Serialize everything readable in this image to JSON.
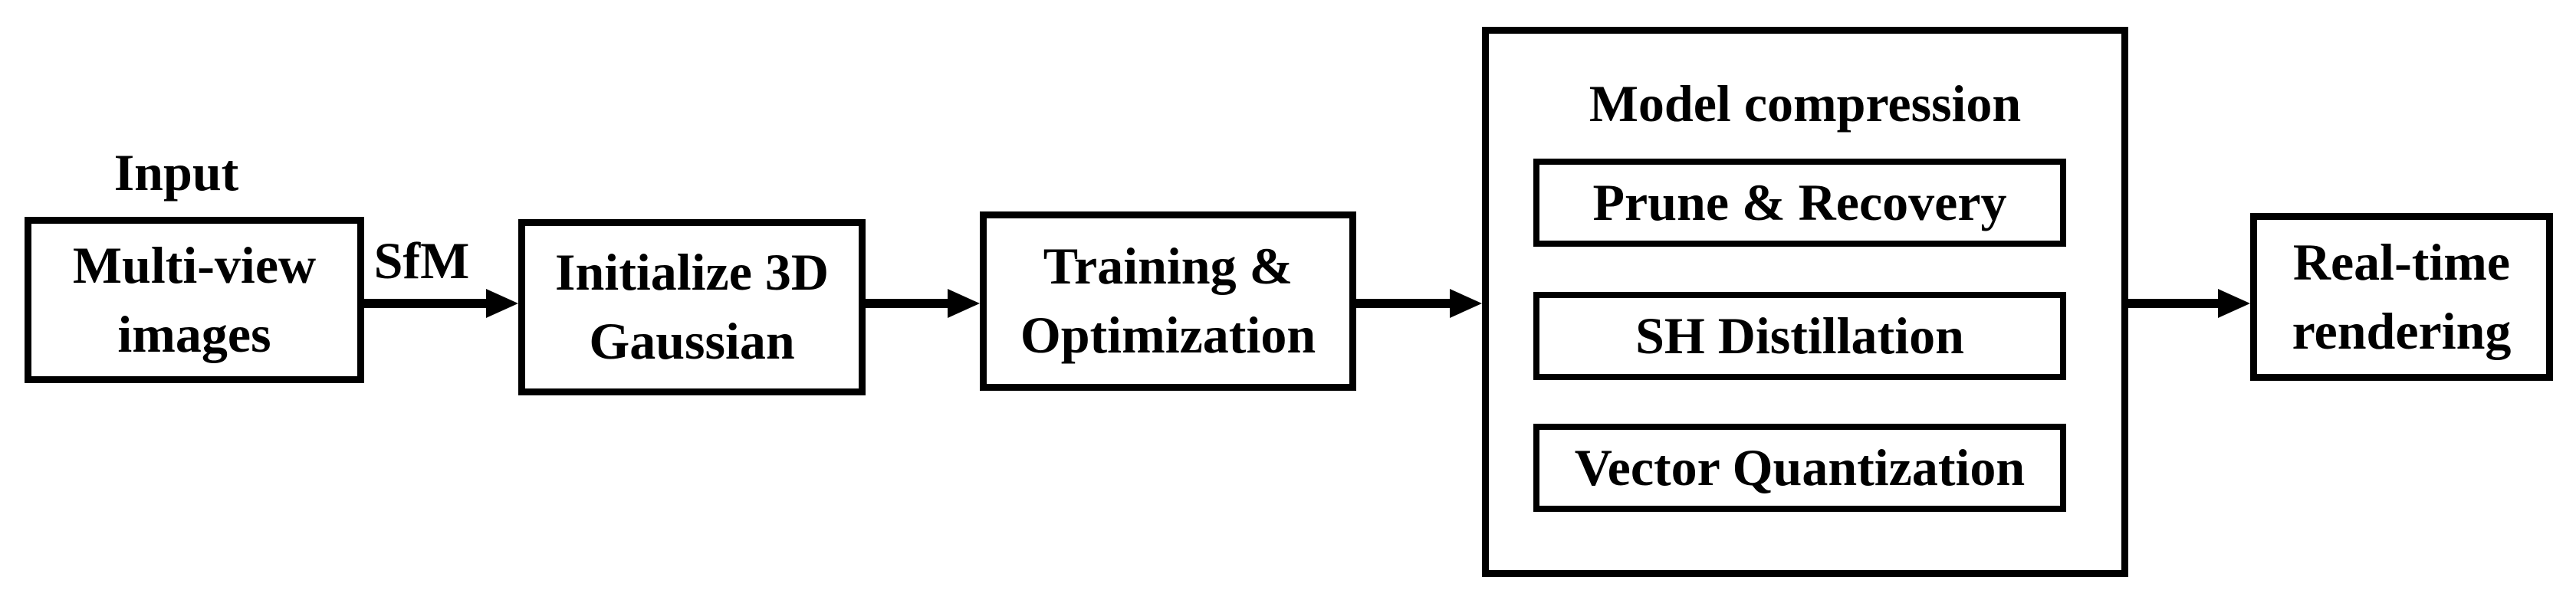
{
  "figure": {
    "type": "flowchart",
    "colors": {
      "background": "#ffffff",
      "line": "#000000",
      "text": "#000000"
    },
    "input_caption": "Input",
    "arrow_label_sfm": "SfM",
    "nodes": {
      "multi_view": "Multi-view\nimages",
      "init_gaussian": "Initialize 3D\nGaussian",
      "training": "Training &\nOptimization",
      "real_time": "Real-time\nrendering"
    },
    "model_compression": {
      "title": "Model compression",
      "steps": [
        "Prune & Recovery",
        "SH Distillation",
        "Vector Quantization"
      ]
    }
  }
}
